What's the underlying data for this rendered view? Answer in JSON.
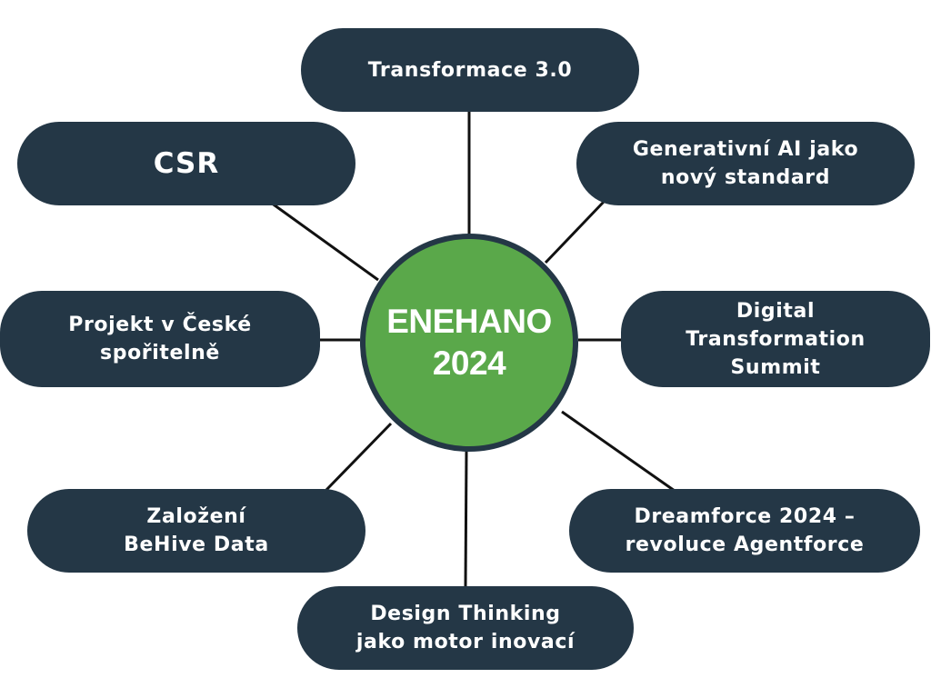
{
  "center": {
    "label": "ENEHANO\n2024",
    "color": "#5aa84a"
  },
  "node_color": "#243746",
  "line_color": "#111111",
  "nodes": [
    {
      "label": "Transformace 3.0"
    },
    {
      "label": "Generativní AI jako\nnový standard"
    },
    {
      "label": "Digital\nTransformation\nSummit"
    },
    {
      "label": "Dreamforce 2024 –\nrevoluce Agentforce"
    },
    {
      "label": "Design Thinking\njako motor inovací"
    },
    {
      "label": "Založení\nBeHive Data"
    },
    {
      "label": "Projekt v České\nspořitelně"
    },
    {
      "label": "CSR"
    }
  ]
}
